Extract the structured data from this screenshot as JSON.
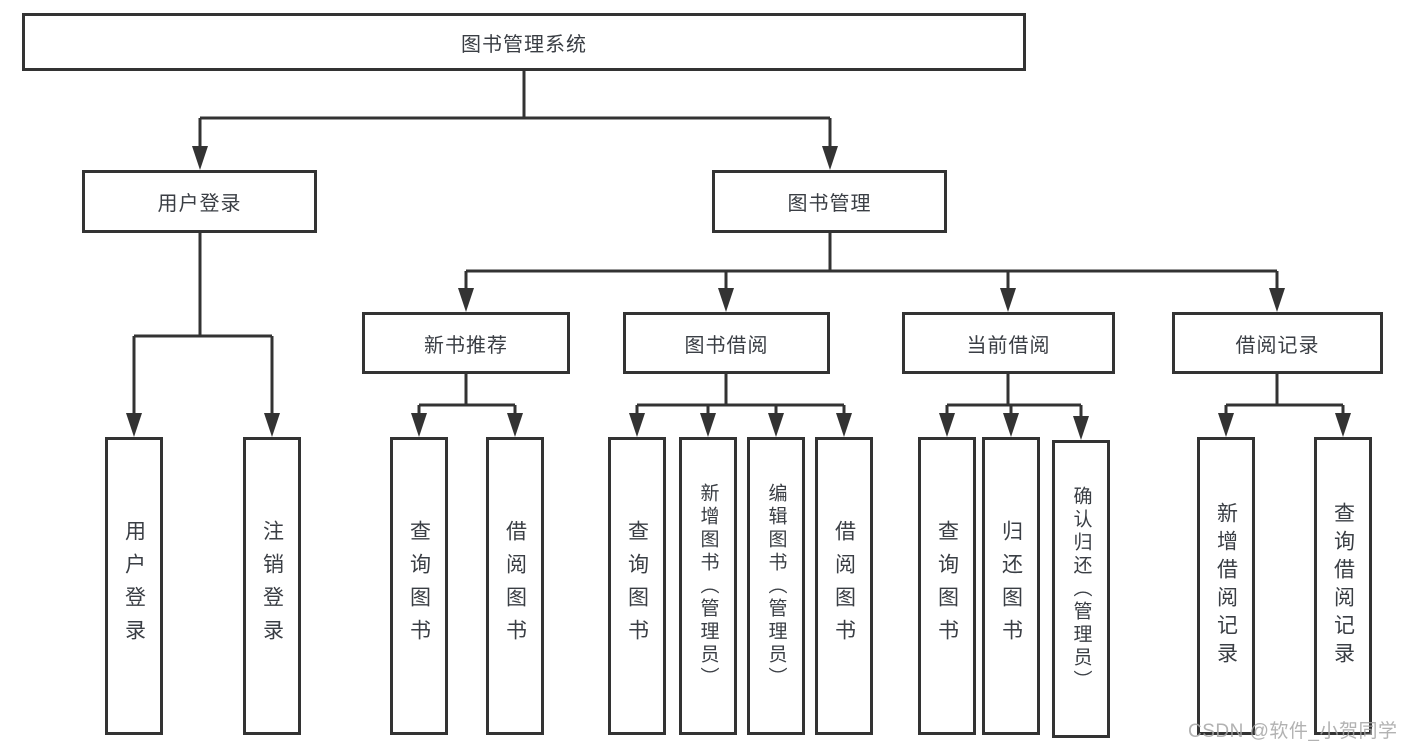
{
  "diagram": {
    "root": {
      "label": "图书管理系统"
    },
    "level2": [
      {
        "label": "用户登录"
      },
      {
        "label": "图书管理"
      }
    ],
    "level3": [
      {
        "label": "新书推荐"
      },
      {
        "label": "图书借阅"
      },
      {
        "label": "当前借阅"
      },
      {
        "label": "借阅记录"
      }
    ],
    "leaves": [
      {
        "label": "用户登录",
        "parent": "用户登录"
      },
      {
        "label": "注销登录",
        "parent": "用户登录"
      },
      {
        "label": "查询图书",
        "parent": "新书推荐"
      },
      {
        "label": "借阅图书",
        "parent": "新书推荐"
      },
      {
        "label": "查询图书",
        "parent": "图书借阅"
      },
      {
        "label": "新增图书（管理员）",
        "parent": "图书借阅"
      },
      {
        "label": "编辑图书（管理员）",
        "parent": "图书借阅"
      },
      {
        "label": "借阅图书",
        "parent": "图书借阅"
      },
      {
        "label": "查询图书",
        "parent": "当前借阅"
      },
      {
        "label": "归还图书",
        "parent": "当前借阅"
      },
      {
        "label": "确认归还（管理员）",
        "parent": "当前借阅"
      },
      {
        "label": "新增借阅记录",
        "parent": "借阅记录"
      },
      {
        "label": "查询借阅记录",
        "parent": "借阅记录"
      }
    ]
  },
  "watermark": {
    "text": "CSDN @软件_小贺同学"
  },
  "colors": {
    "line": "#333333",
    "text": "#3a3e44",
    "watermark": "#a5a5a5",
    "background": "#ffffff"
  }
}
